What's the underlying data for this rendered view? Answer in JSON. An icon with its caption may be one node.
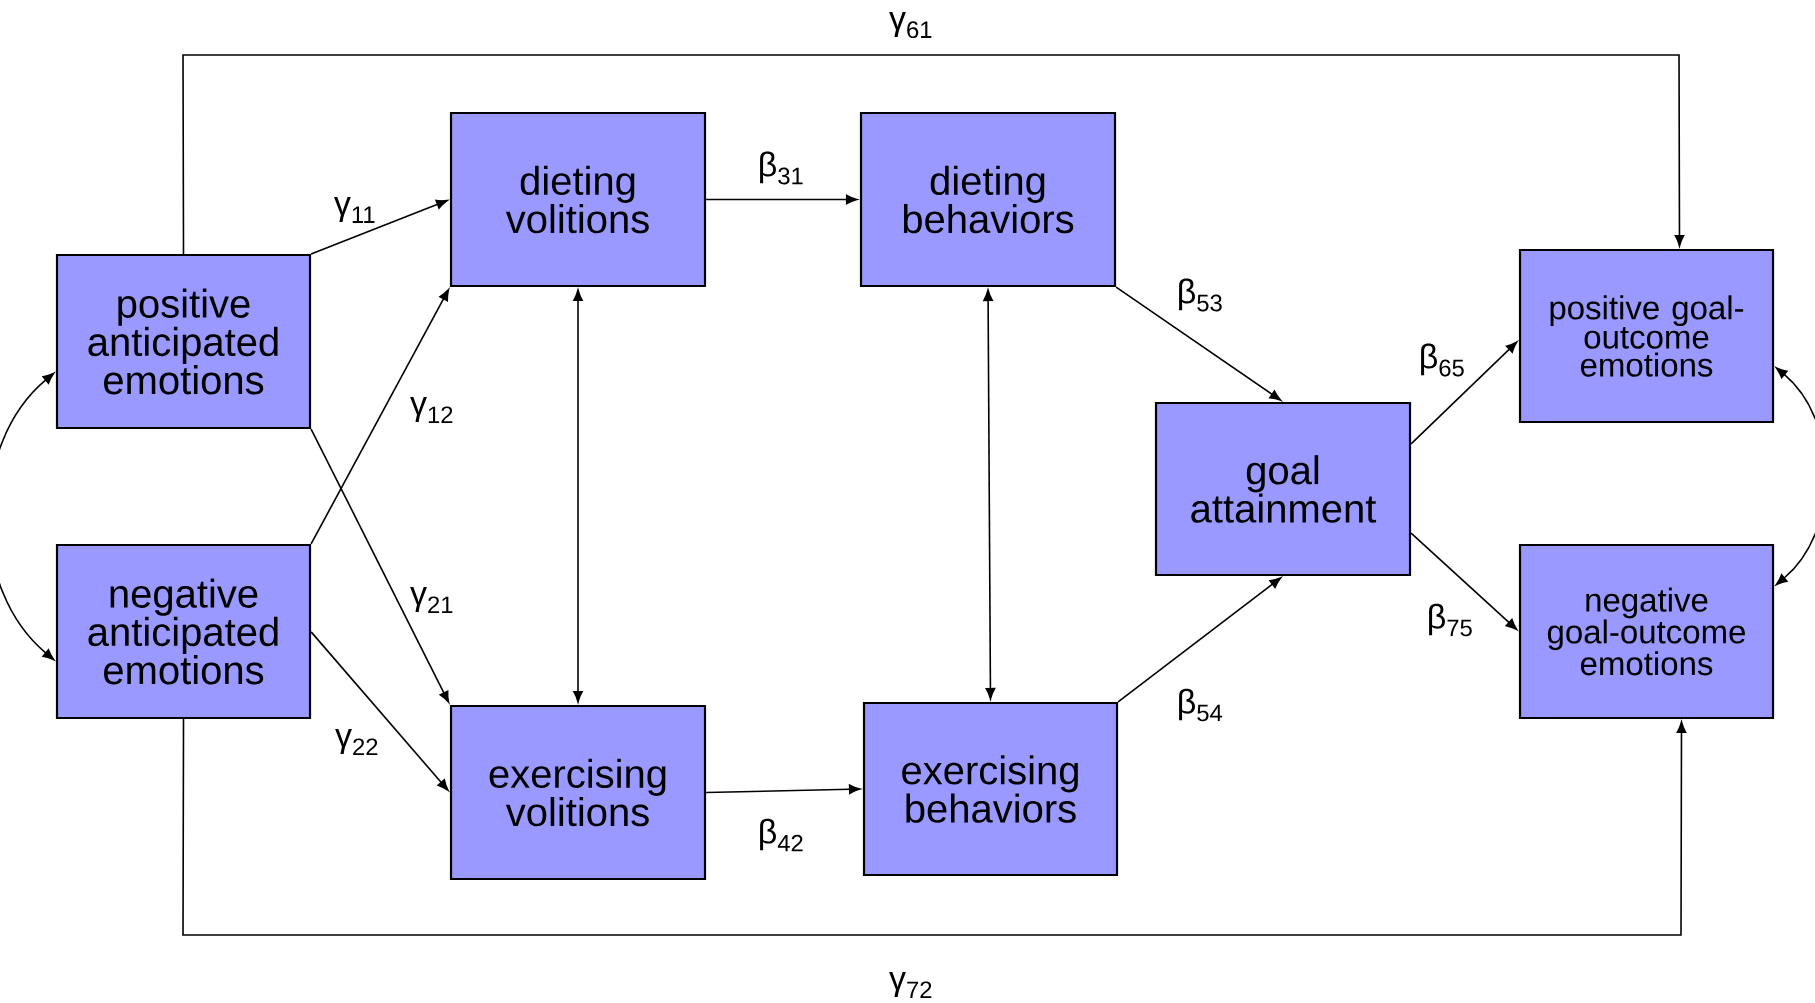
{
  "diagram": {
    "nodes": [
      {
        "text": [
          "positive anticipated emotions"
        ]
      },
      {
        "text": [
          "negative anticipated emotions"
        ]
      },
      {
        "text": [
          "dieting volitions"
        ]
      },
      {
        "text": [
          "exercising volitions"
        ]
      },
      {
        "text": [
          "dieting behaviors"
        ]
      },
      {
        "text": [
          "exercising behaviors"
        ]
      },
      {
        "text": [
          "goal attainment"
        ]
      },
      {
        "text": [
          "positive goal-outcome emotions"
        ]
      },
      {
        "text": [
          "negative goal-outcome emotions"
        ]
      }
    ],
    "edges": [
      {
        "from": 0,
        "to": 2,
        "arrow": "to",
        "label": "γ$_{11}$"
      },
      {
        "from": 0,
        "to": 3,
        "arrow": "to",
        "label": "γ$_{21}$"
      },
      {
        "from": 1,
        "to": 2,
        "arrow": "to",
        "label": "γ$_{12}$"
      },
      {
        "from": 1,
        "to": 3,
        "arrow": "to",
        "label": "γ$_{22}$"
      },
      {
        "from": 2,
        "to": 4,
        "arrow": "to",
        "label": "β$_{31}$"
      },
      {
        "from": 3,
        "to": 5,
        "arrow": "to",
        "label": "β$_{42}$"
      },
      {
        "from": 4,
        "to": 6,
        "arrow": "to",
        "label": "β$_{53}$"
      },
      {
        "from": 5,
        "to": 6,
        "arrow": "to",
        "label": "β$_{54}$"
      },
      {
        "from": 6,
        "to": 7,
        "arrow": "to",
        "label": "β$_{65}$"
      },
      {
        "from": 6,
        "to": 8,
        "arrow": "to",
        "label": "β$_{75}$"
      },
      {
        "from": 0,
        "to": 7,
        "arrow": "to",
        "label": "γ$_{61}$"
      },
      {
        "from": 1,
        "to": 8,
        "arrow": "to",
        "label": "γ$_{72}$"
      },
      {
        "from": 0,
        "to": 1,
        "arrow": "both"
      },
      {
        "from": 2,
        "to": 3,
        "arrow": "both"
      },
      {
        "from": 4,
        "to": 5,
        "arrow": "both"
      },
      {
        "from": 7,
        "to": 8,
        "arrow": "both"
      }
    ]
  }
}
